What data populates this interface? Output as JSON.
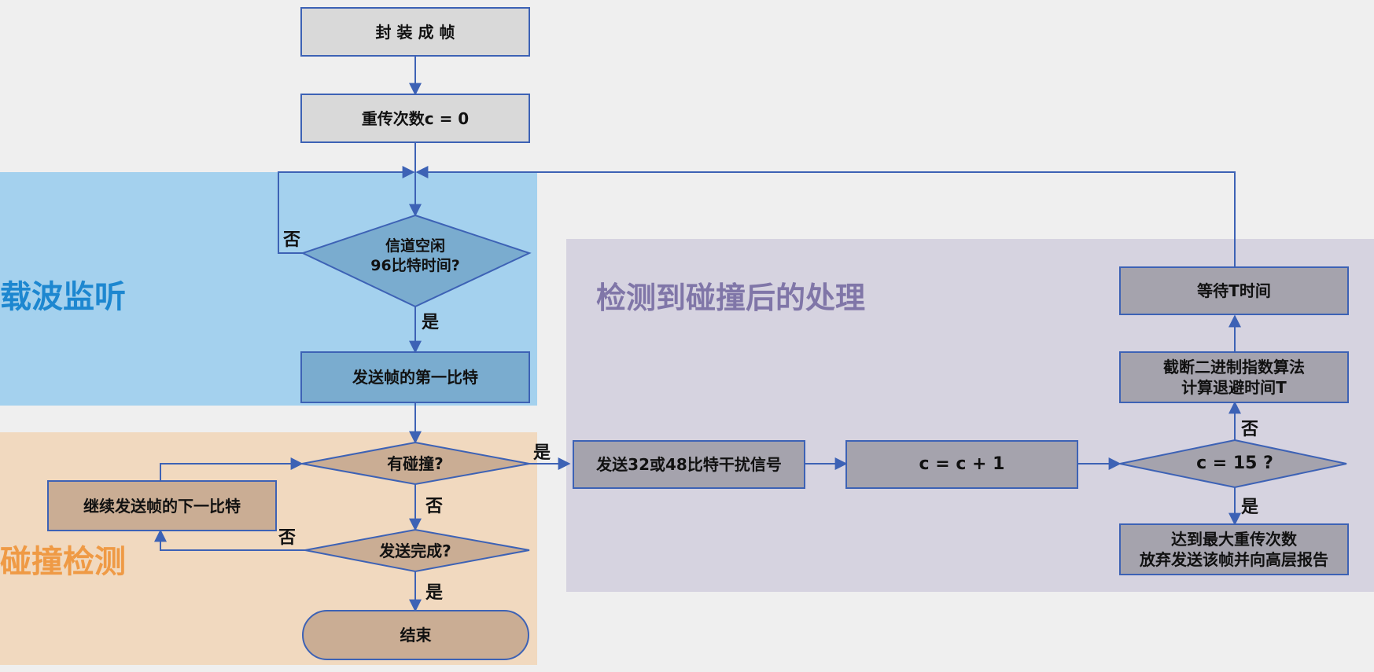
{
  "regions": {
    "carrier_sense": "载波监听",
    "collision_detect": "碰撞检测",
    "post_collision": "检测到碰撞后的处理"
  },
  "nodes": {
    "encapsulate": "封 装 成 帧",
    "retry_init": "重传次数c = 0",
    "channel_idle": "信道空闲\n96比特时间?",
    "send_first_bit": "发送帧的第一比特",
    "has_collision": "有碰撞?",
    "continue_send": "继续发送帧的下一比特",
    "send_done": "发送完成?",
    "end": "结束",
    "jam_signal": "发送32或48比特干扰信号",
    "increment": "c = c + 1",
    "check_limit": "c = 15 ?",
    "backoff": "截断二进制指数算法\n计算退避时间T",
    "wait": "等待T时间",
    "give_up": "达到最大重传次数\n放弃发送该帧并向高层报告"
  },
  "edge_labels": {
    "idle_no": "否",
    "idle_yes": "是",
    "collision_yes": "是",
    "collision_no": "否",
    "done_no": "否",
    "done_yes": "是",
    "limit_no": "否",
    "limit_yes": "是"
  },
  "colors": {
    "carrier_bg": "#a4d1ee",
    "collision_bg": "#f1d9bf",
    "post_bg": "#d6d3e0",
    "line": "#3d62b5"
  }
}
